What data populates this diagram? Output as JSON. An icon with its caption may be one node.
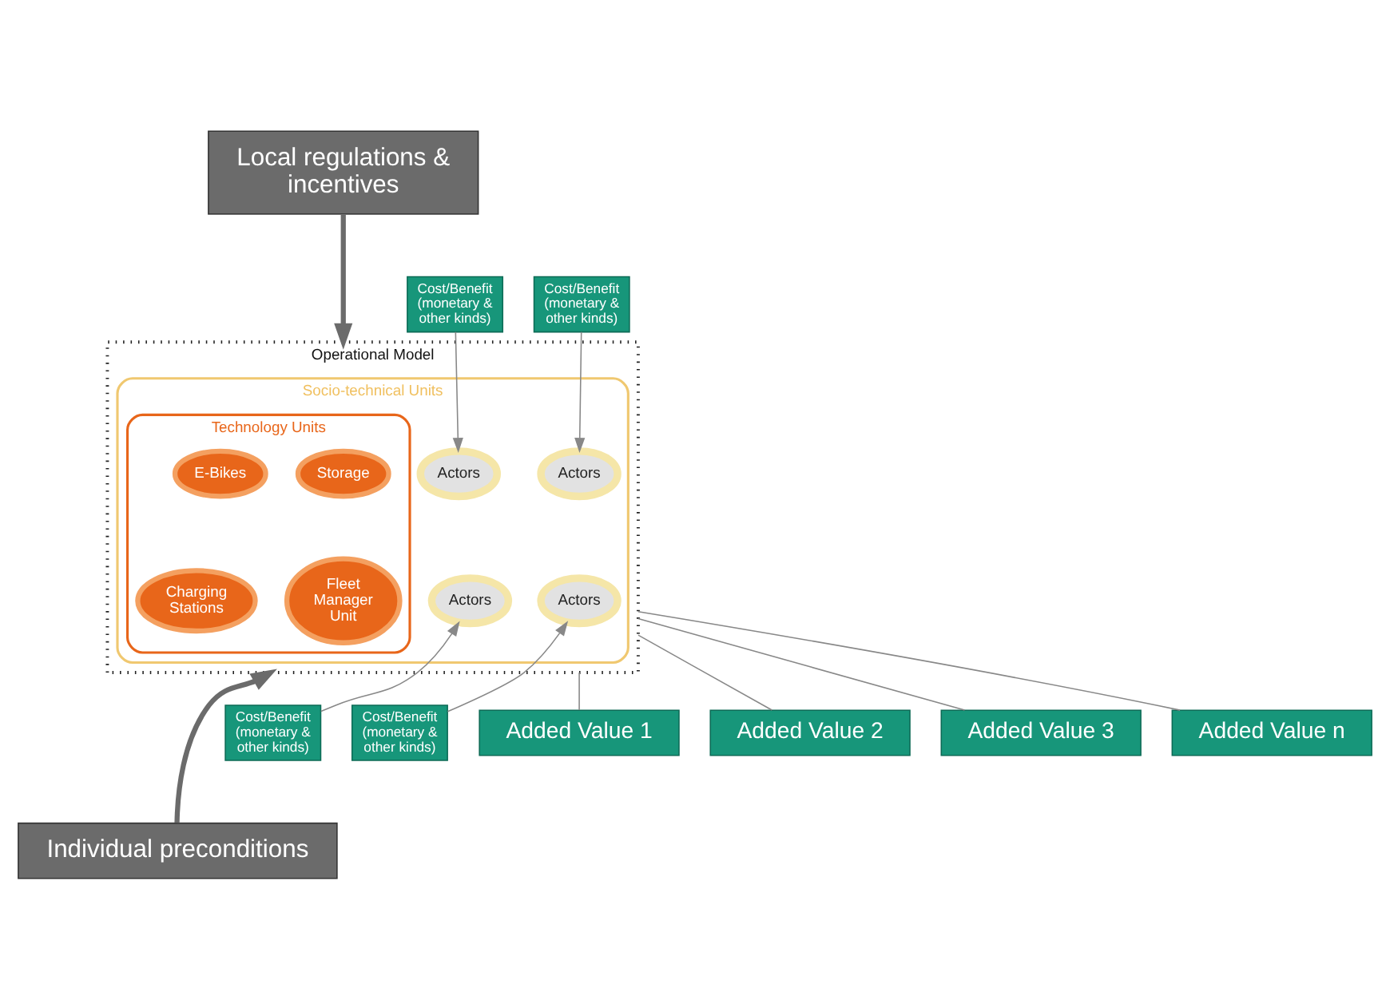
{
  "diagram": {
    "nodes": [
      {
        "text": [
          "Local regulations & incentives"
        ]
      },
      {
        "text": [
          "Operational Model"
        ]
      },
      {
        "text": [
          "Socio-technical Units"
        ],
        "in": 1
      },
      {
        "text": [
          "Technology Units"
        ],
        "in": 2
      },
      {
        "text": [
          "E-Bikes"
        ],
        "in": 3
      },
      {
        "text": [
          "Storage"
        ],
        "in": 3
      },
      {
        "text": [
          "Charging Stations"
        ],
        "in": 3
      },
      {
        "text": [
          "Fleet Manager Unit"
        ],
        "in": 3
      },
      {
        "text": [
          "Actors"
        ],
        "in": 2
      },
      {
        "text": [
          "Actors"
        ],
        "in": 2
      },
      {
        "text": [
          "Actors"
        ],
        "in": 2
      },
      {
        "text": [
          "Actors"
        ],
        "in": 2
      },
      {
        "text": [
          "Cost/Benefit (monetary & other kinds)"
        ]
      },
      {
        "text": [
          "Cost/Benefit (monetary & other kinds)"
        ]
      },
      {
        "text": [
          "Cost/Benefit (monetary & other kinds)"
        ]
      },
      {
        "text": [
          "Cost/Benefit (monetary & other kinds)"
        ]
      },
      {
        "text": [
          "Added Value 1"
        ]
      },
      {
        "text": [
          "Added Value 2"
        ]
      },
      {
        "text": [
          "Added Value 3"
        ]
      },
      {
        "text": [
          "Added Value n"
        ]
      },
      {
        "text": [
          "Individual preconditions"
        ]
      }
    ],
    "edges": [
      {
        "from": 0,
        "to": 1,
        "arrow": "to",
        "style": "thick"
      },
      {
        "from": 12,
        "to": 8,
        "arrow": "to"
      },
      {
        "from": 13,
        "to": 9,
        "arrow": "to"
      },
      {
        "from": 14,
        "to": 10,
        "arrow": "to"
      },
      {
        "from": 15,
        "to": 11,
        "arrow": "to"
      },
      {
        "from": 1,
        "to": 16,
        "arrow": "none"
      },
      {
        "from": 1,
        "to": 17,
        "arrow": "none"
      },
      {
        "from": 1,
        "to": 18,
        "arrow": "none"
      },
      {
        "from": 1,
        "to": 19,
        "arrow": "none"
      },
      {
        "from": 20,
        "to": 1,
        "arrow": "to",
        "style": "thick"
      }
    ]
  }
}
